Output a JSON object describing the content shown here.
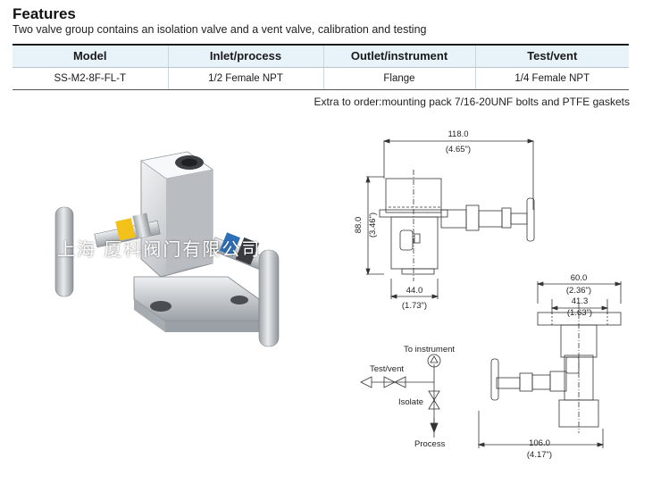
{
  "header": {
    "title": "Features",
    "subtitle": "Two valve group contains an isolation valve and a vent valve, calibration and testing"
  },
  "spec_table": {
    "columns": [
      "Model",
      "Inlet/process",
      "Outlet/instrument",
      "Test/vent"
    ],
    "rows": [
      [
        "SS-M2-8F-FL-T",
        "1/2 Female NPT",
        "Flange",
        "1/4 Female NPT"
      ]
    ]
  },
  "note": "Extra to order:mounting pack 7/16-20UNF bolts and PTFE gaskets",
  "watermark": "上海 厦科阀门有限公司",
  "dimensions": {
    "overall_width": "118.0",
    "overall_width_in": "(4.65\")",
    "height": "88.0",
    "height_in": "(3.46\")",
    "base_width": "44.0",
    "base_width_in": "(1.73\")",
    "flange_width": "60.0",
    "flange_width_in": "(2.36\")",
    "bolt_spacing": "41.3",
    "bolt_spacing_in": "(1.63\")",
    "depth": "106.0",
    "depth_in": "(4.17\")"
  },
  "schematic": {
    "to_instrument": "To instrument",
    "test_vent": "Test/vent",
    "isolate": "Isolate",
    "process": "Process"
  },
  "colors": {
    "table_header_bg": "#e7f2f9",
    "rule": "#1a1a1a",
    "steel": "#c8ccd0",
    "yellow_tag": "#f2c21b",
    "blue_tag": "#2f6fb8"
  }
}
